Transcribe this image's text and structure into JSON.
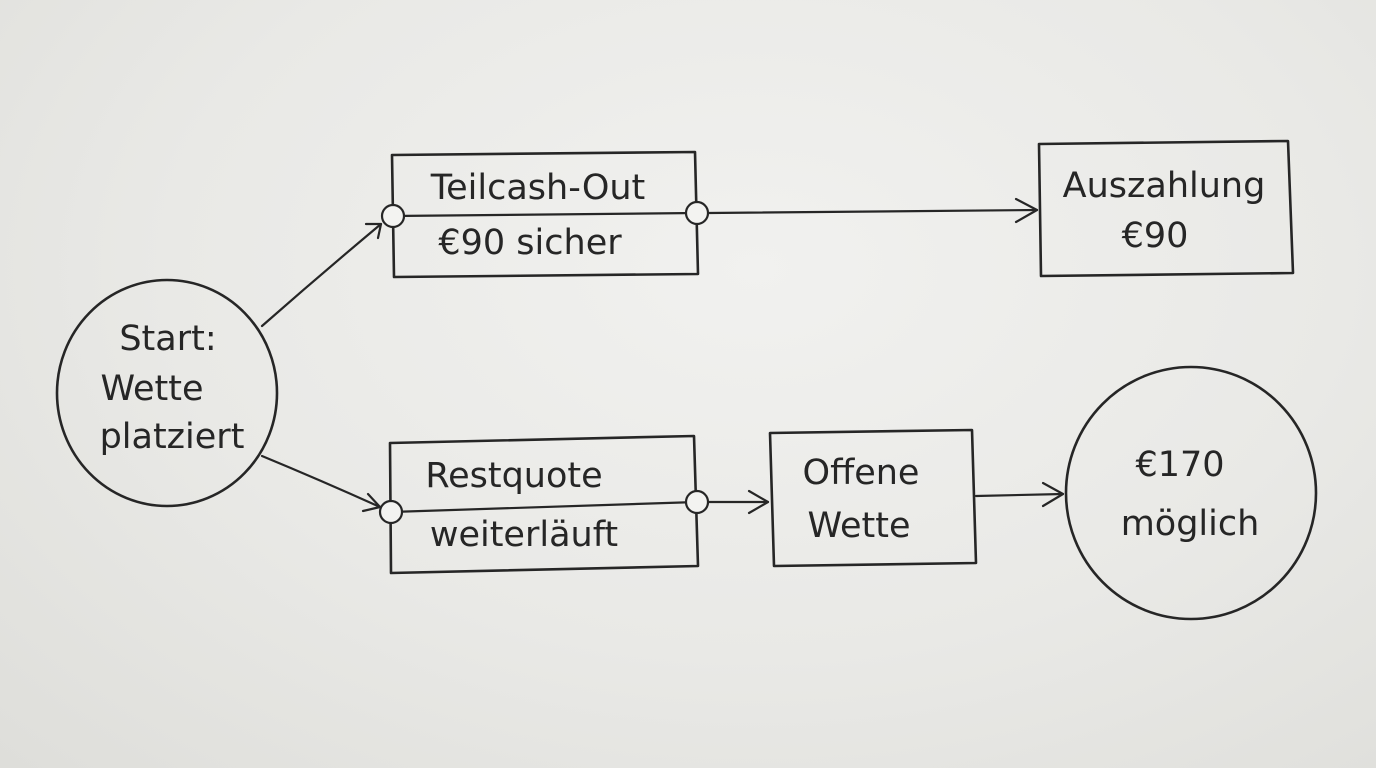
{
  "diagram": {
    "nodes": {
      "start": {
        "line1": "Start:",
        "line2": "Wette",
        "line3": "platziert"
      },
      "partial_cashout": {
        "top": "Teilcash-Out",
        "bottom": "€90 sicher"
      },
      "payout": {
        "line1": "Auszahlung",
        "line2": "€90"
      },
      "remaining": {
        "top": "Restquote",
        "bottom": "weiterläuft"
      },
      "open_bet": {
        "line1": "Offene",
        "line2": "Wette"
      },
      "possible": {
        "line1": "€170",
        "line2": "möglich"
      }
    },
    "edges": [
      {
        "from": "start",
        "to": "partial_cashout"
      },
      {
        "from": "start",
        "to": "remaining"
      },
      {
        "from": "partial_cashout",
        "to": "payout"
      },
      {
        "from": "remaining",
        "to": "open_bet"
      },
      {
        "from": "open_bet",
        "to": "possible"
      }
    ],
    "colors": {
      "ink": "#262626",
      "paper": "#ececea"
    }
  }
}
